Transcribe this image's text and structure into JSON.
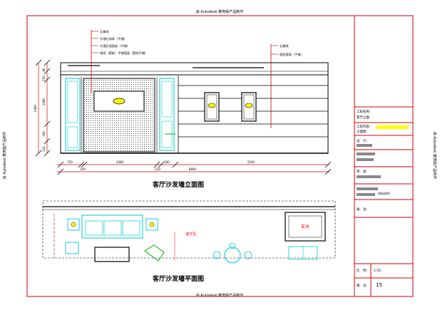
{
  "watermark": {
    "top": "由 Autodesk 教育版产品制作",
    "bottom": "由 Autodesk 教育版产品制作",
    "left": "由 Autodesk 教育版产品制作",
    "right": "由 Autodesk 教育版产品制作"
  },
  "elevation": {
    "title": "客厅沙发墙立面图",
    "left_callouts": [
      "石膏线",
      "大理石线条（平铺）",
      "大理石墙面板（平铺）",
      "墙纸（壁纸）平铺墙面（壁纸平铺）"
    ],
    "right_callouts": [
      "石膏线",
      "墙纸墙面（平铺）"
    ],
    "dims_bottom": [
      "750",
      "100",
      "2480",
      "120",
      "500",
      "5540"
    ],
    "dim_total": "8890",
    "dims_left": [
      "80",
      "150",
      "1080",
      "2460",
      "190",
      "120"
    ]
  },
  "plan": {
    "title": "客厅沙发墙平面图",
    "labels": [
      "客厅区",
      "玄关"
    ]
  },
  "title_block": {
    "rows": [
      {
        "label": "工程名称：",
        "value": "客厅立面"
      },
      {
        "label": "工程内容：",
        "value": "立面图"
      },
      {
        "label": "设　计：",
        "value": ""
      },
      {
        "label": "审　核：",
        "value": ""
      },
      {
        "label": "材料说明：",
        "value": ""
      },
      {
        "label": "备　注：",
        "value": ""
      }
    ],
    "scale_label": "比　例：",
    "scale_value": "1:50",
    "sheet_label": "图　号：",
    "sheet_value": "15"
  },
  "colors": {
    "frame": "#d00000",
    "drawing": "#000000",
    "cyan": "#00c8c8",
    "green": "#00b000",
    "highlight": "#ffff00",
    "red_text": "#ff0000"
  }
}
